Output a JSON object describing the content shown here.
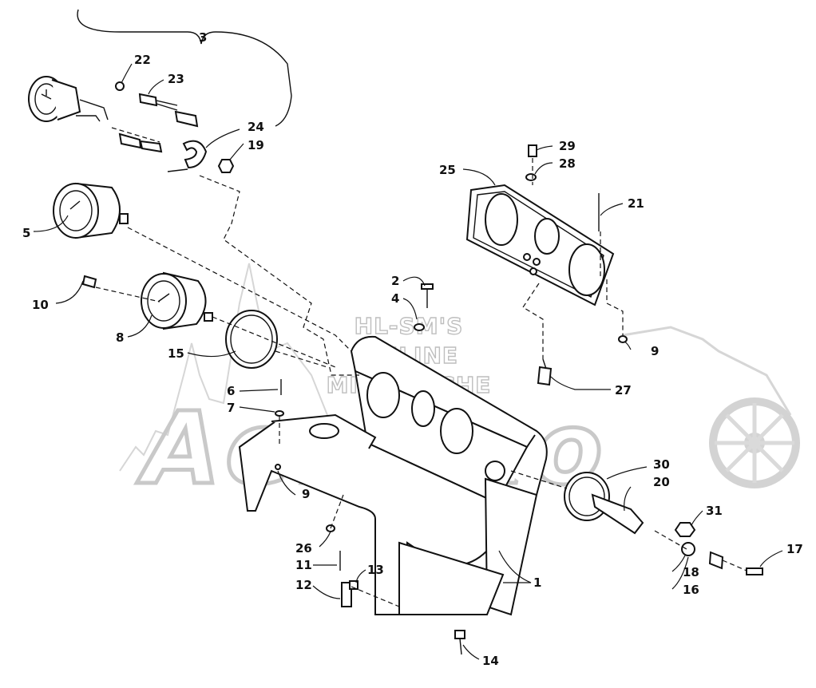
{
  "watermark": {
    "lines": [
      "HL-SM'S",
      "ONLINE",
      "MICROFICHE"
    ],
    "logo_text": "Aeromo"
  },
  "callouts": [
    {
      "id": "c1",
      "text": "1"
    },
    {
      "id": "c2",
      "text": "2"
    },
    {
      "id": "c3",
      "text": "3"
    },
    {
      "id": "c4",
      "text": "4"
    },
    {
      "id": "c5",
      "text": "5"
    },
    {
      "id": "c6",
      "text": "6"
    },
    {
      "id": "c7",
      "text": "7"
    },
    {
      "id": "c8",
      "text": "8"
    },
    {
      "id": "c9a",
      "text": "9"
    },
    {
      "id": "c9b",
      "text": "9"
    },
    {
      "id": "c10",
      "text": "10"
    },
    {
      "id": "c11",
      "text": "11"
    },
    {
      "id": "c12",
      "text": "12"
    },
    {
      "id": "c13",
      "text": "13"
    },
    {
      "id": "c14",
      "text": "14"
    },
    {
      "id": "c15",
      "text": "15"
    },
    {
      "id": "c16",
      "text": "16"
    },
    {
      "id": "c17",
      "text": "17"
    },
    {
      "id": "c18",
      "text": "18"
    },
    {
      "id": "c19",
      "text": "19"
    },
    {
      "id": "c20",
      "text": "20"
    },
    {
      "id": "c21",
      "text": "21"
    },
    {
      "id": "c22",
      "text": "22"
    },
    {
      "id": "c23",
      "text": "23"
    },
    {
      "id": "c24",
      "text": "24"
    },
    {
      "id": "c25",
      "text": "25"
    },
    {
      "id": "c26",
      "text": "26"
    },
    {
      "id": "c27",
      "text": "27"
    },
    {
      "id": "c28",
      "text": "28"
    },
    {
      "id": "c29",
      "text": "29"
    },
    {
      "id": "c30",
      "text": "30"
    },
    {
      "id": "c31",
      "text": "31"
    }
  ]
}
